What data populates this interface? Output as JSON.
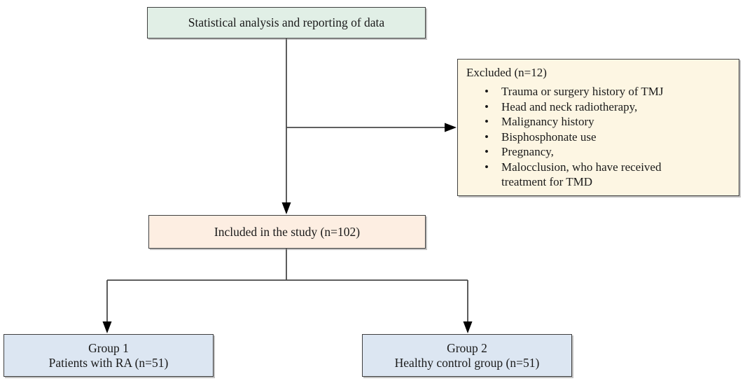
{
  "diagram": {
    "top_box": {
      "label": "Statistical analysis and reporting of data"
    },
    "excluded_box": {
      "title": "Excluded (n=12)",
      "items": [
        "Trauma or surgery history of TMJ",
        "Head and neck radiotherapy,",
        "Malignancy history",
        "Bisphosphonate use",
        "Pregnancy,",
        "Malocclusion, who have received treatment for TMD"
      ]
    },
    "included_box": {
      "label": "Included in the study (n=102)"
    },
    "group1_box": {
      "line1": "Group 1",
      "line2": "Patients with RA (n=51)"
    },
    "group2_box": {
      "line1": "Group 2",
      "line2": "Healthy control group (n=51)"
    },
    "colors": {
      "top_box_bg": "#e1efe6",
      "excluded_box_bg": "#fdf6e3",
      "included_box_bg": "#fdeee2",
      "group_box_bg": "#dce6f2",
      "border": "#3f3f3f",
      "connector": "#4a4a4a",
      "text": "#1a1a1a"
    }
  }
}
